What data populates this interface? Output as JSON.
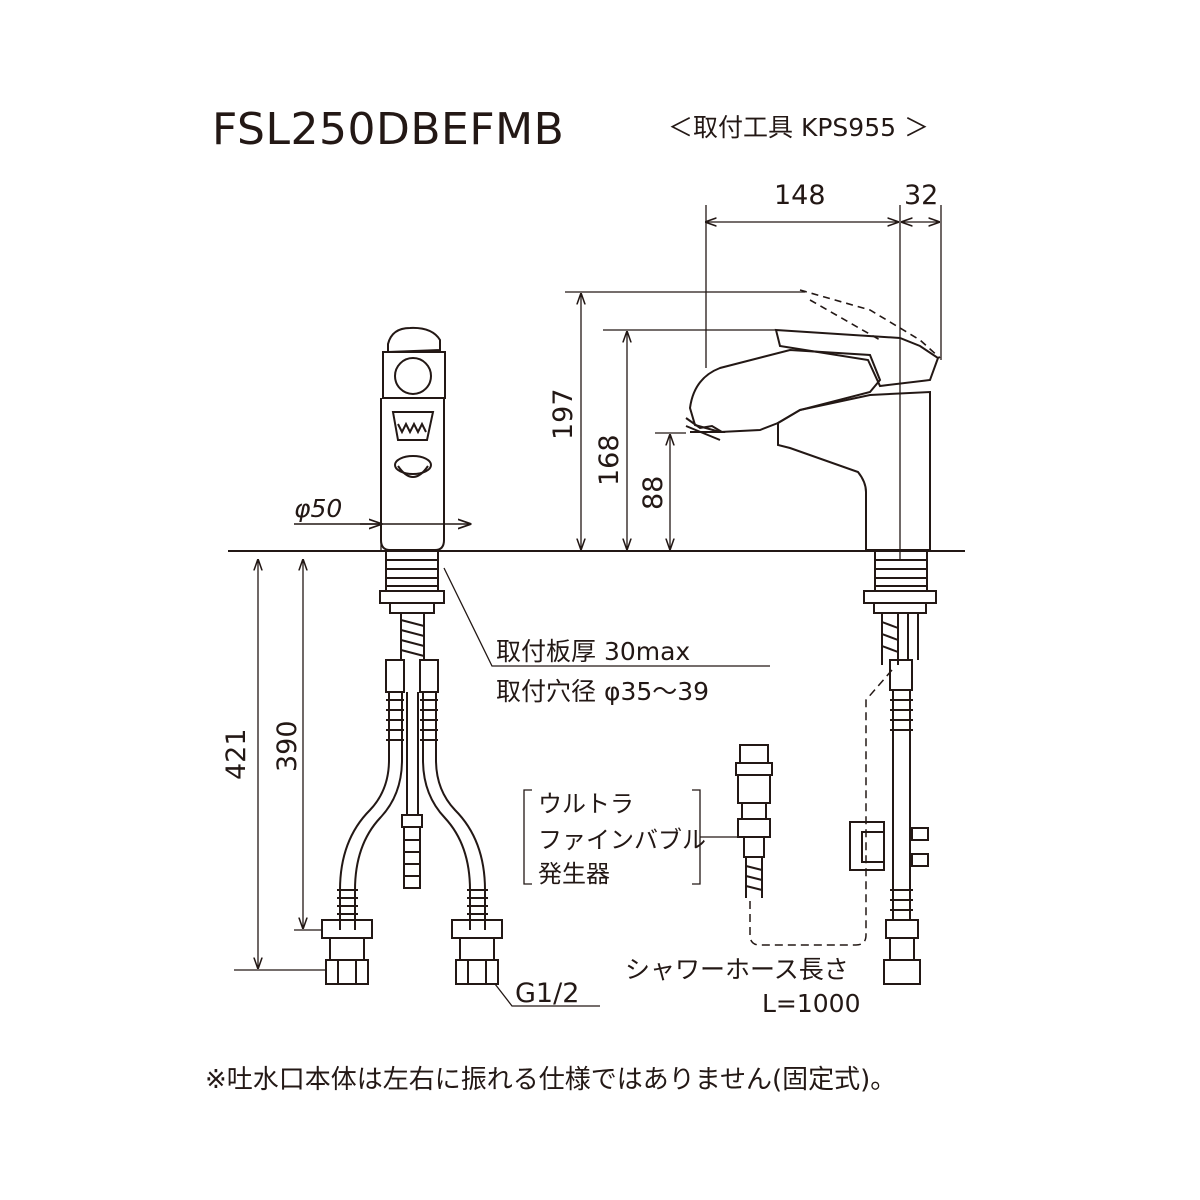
{
  "model": "FSL250DBEFMB",
  "tool": "＜取付工具 KPS955 ＞",
  "dimensions": {
    "spout_reach": "148",
    "handle_offset": "32",
    "height_total": "197",
    "height_handle": "168",
    "height_spout": "88",
    "body_diameter": "φ50",
    "under_length": "421",
    "under_length_short": "390",
    "connection": "G1/2"
  },
  "mount_plate_thickness": "取付板厚 30max",
  "mount_hole_diameter": "取付穴径  φ35〜39",
  "bubble_generator": [
    "ウルトラ",
    "ファインバブル",
    "発生器"
  ],
  "shower_hose": [
    "シャワーホース長さ",
    "L=1000"
  ],
  "footnote": "※吐水口本体は左右に振れる仕様ではありません(固定式)。",
  "colors": {
    "line": "#231815",
    "background": "#ffffff"
  }
}
